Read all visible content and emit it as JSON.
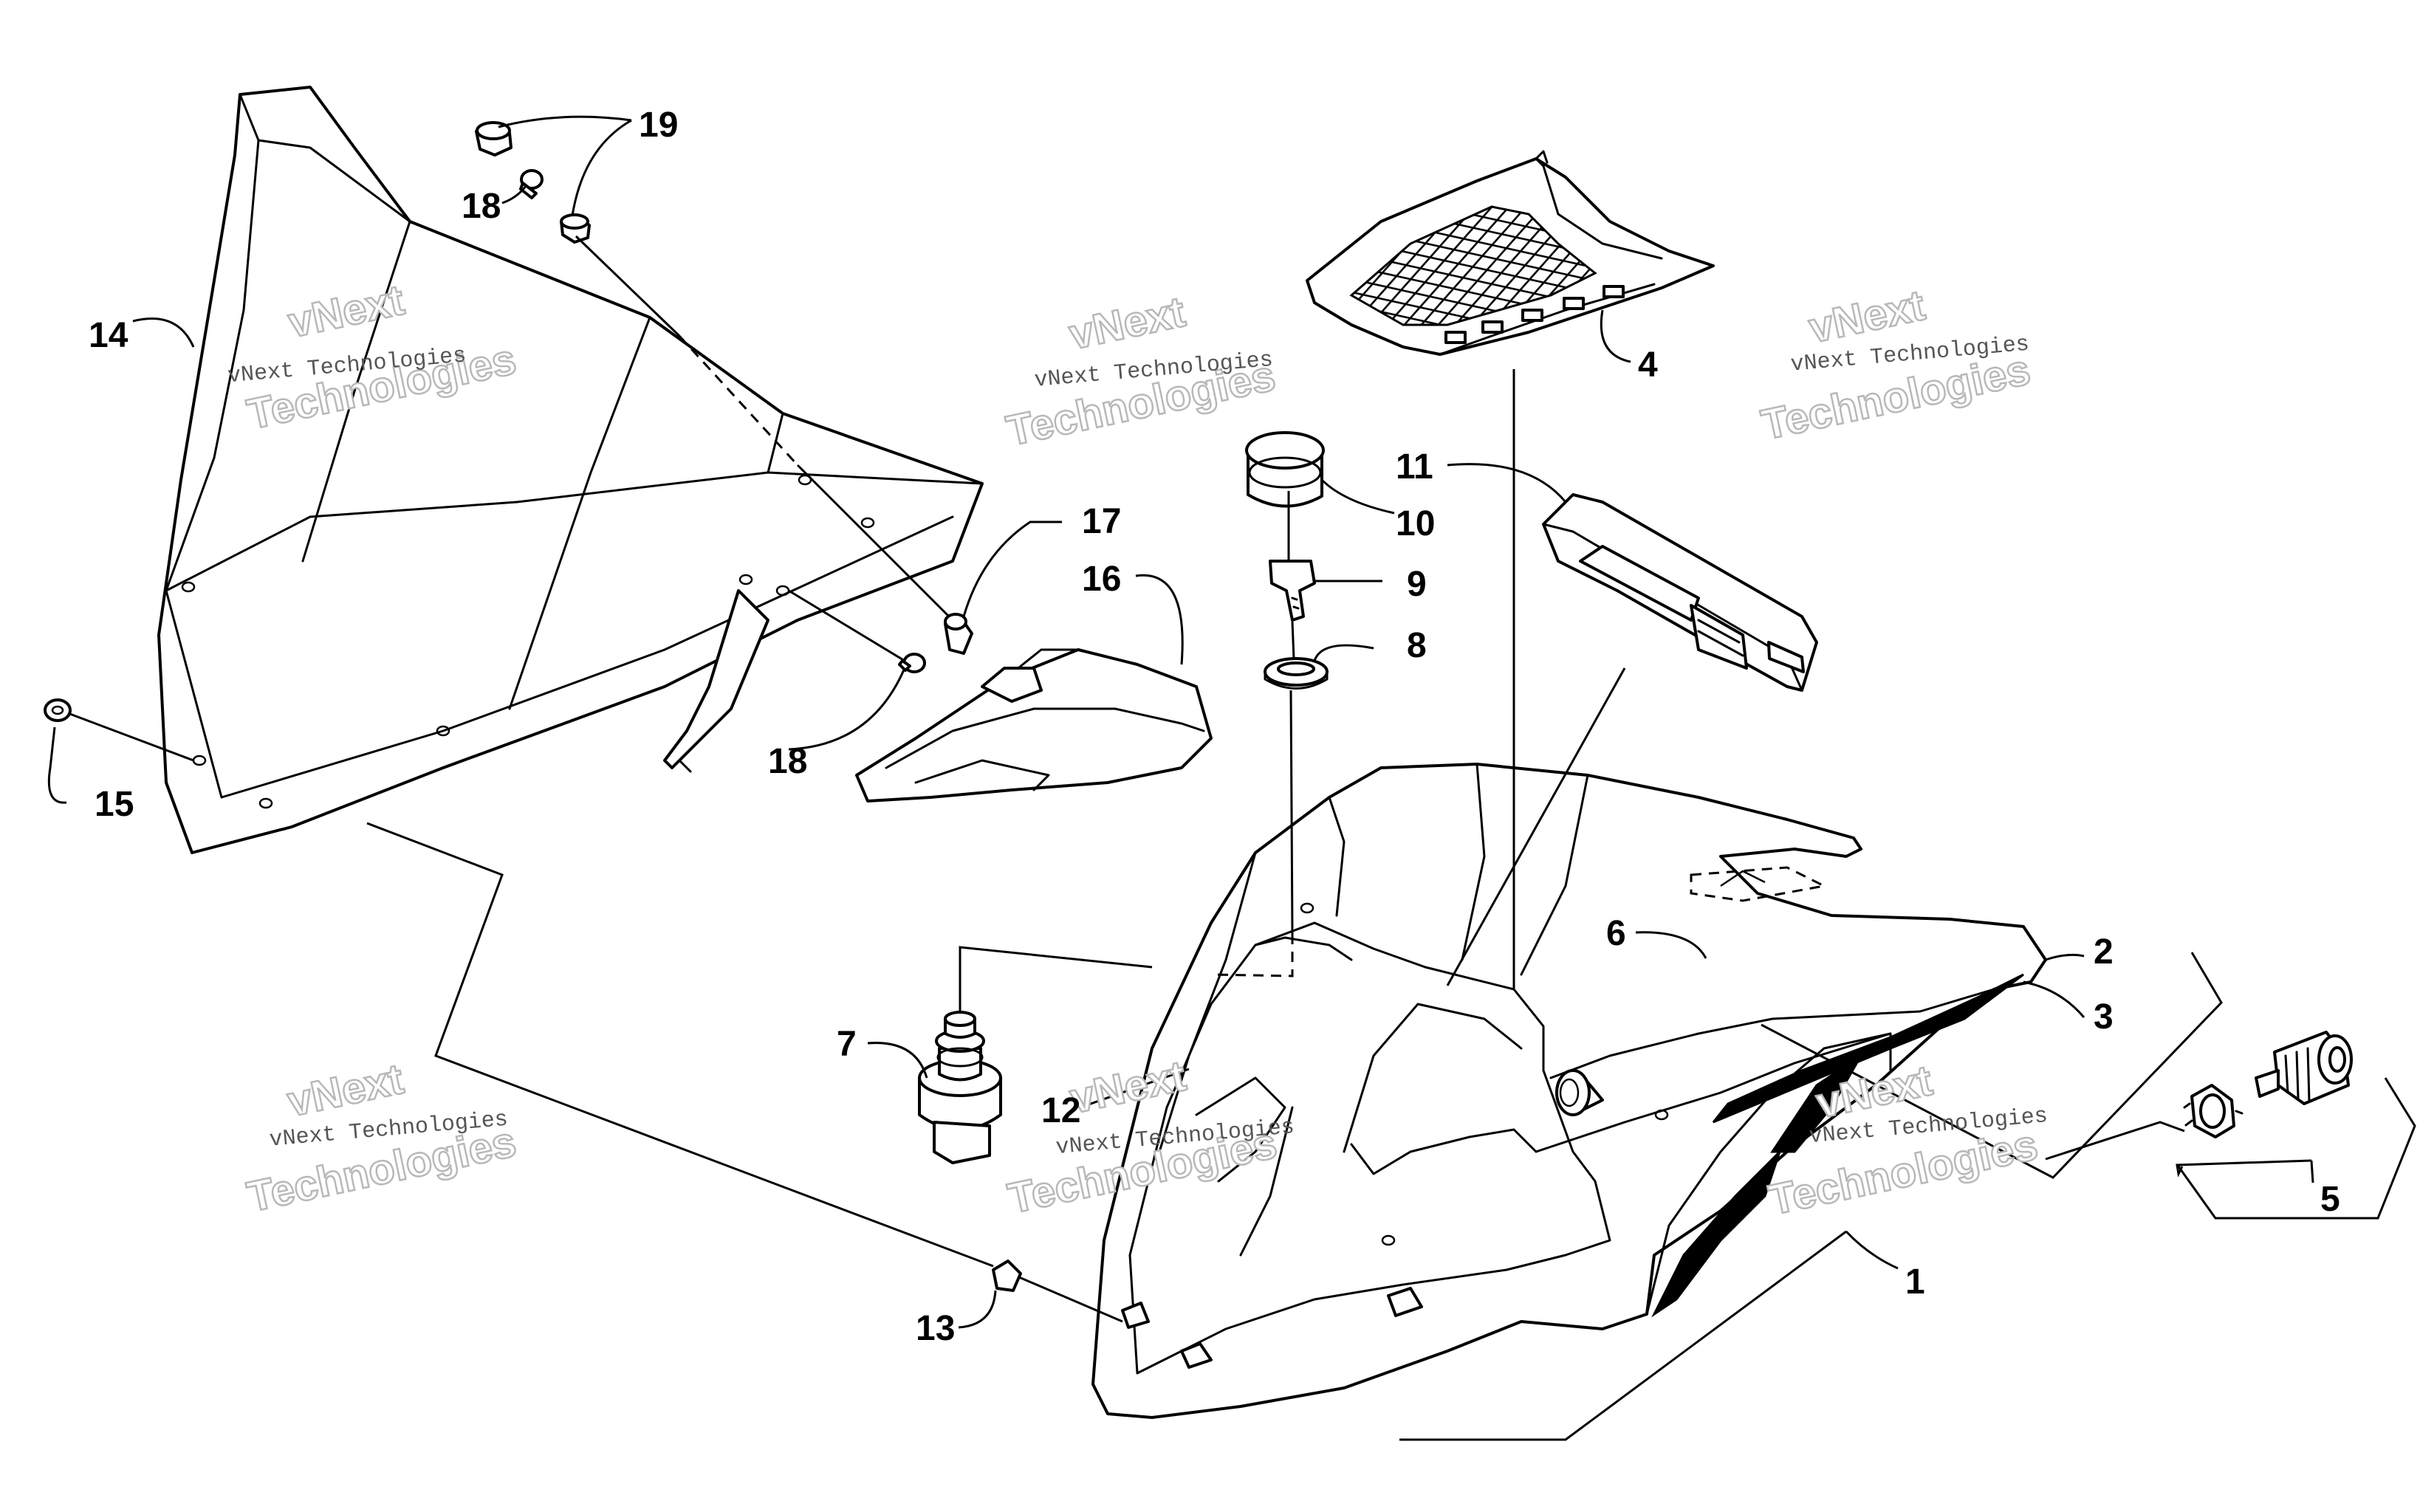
{
  "callouts": [
    "1",
    "2",
    "3",
    "4",
    "5",
    "6",
    "7",
    "8",
    "9",
    "10",
    "11",
    "12",
    "13",
    "14",
    "15",
    "16",
    "17",
    "18",
    "18",
    "19"
  ],
  "watermark": {
    "line1": "vNext",
    "line2": "vNext Technologies",
    "line3": "Technologies"
  }
}
